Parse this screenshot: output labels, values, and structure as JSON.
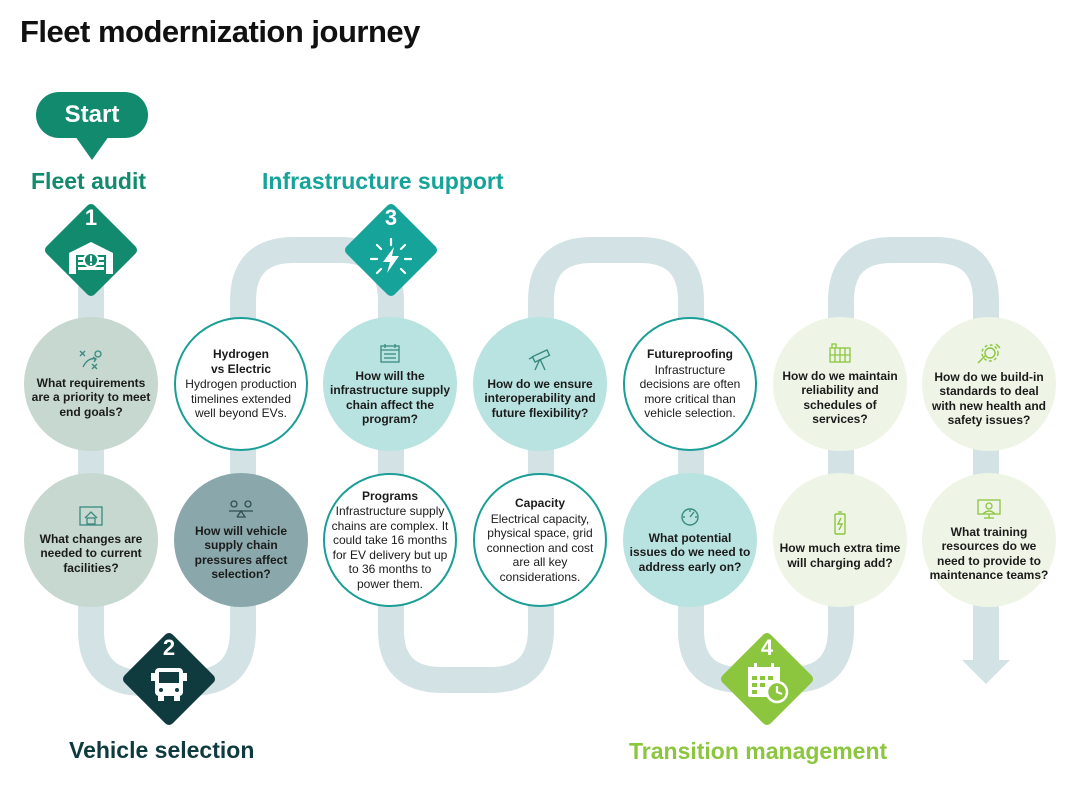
{
  "title": "Fleet modernization journey",
  "start_label": "Start",
  "colors": {
    "path": "#d3e2e4",
    "phase1": "#128a6e",
    "phase2": "#0f3b3f",
    "phase3": "#16a39a",
    "phase4": "#8cc63f"
  },
  "phases": [
    {
      "number": "1",
      "title": "Fleet audit",
      "icon": "garage-alert-icon"
    },
    {
      "number": "2",
      "title": "Vehicle selection",
      "icon": "bus-icon"
    },
    {
      "number": "3",
      "title": "Infrastructure support",
      "icon": "charging-bolt-icon"
    },
    {
      "number": "4",
      "title": "Transition management",
      "icon": "calendar-clock-icon"
    }
  ],
  "nodes": {
    "requirements": {
      "icon": "strategy-icon",
      "text": "What requirements are a priority to meet end goals?"
    },
    "facilities": {
      "icon": "building-plan-icon",
      "text": "What changes are needed to current facilities?"
    },
    "hydrogen": {
      "heading": "Hydrogen vs Electric",
      "body": "Hydrogen production timelines extended well beyond EVs."
    },
    "supply_chain": {
      "icon": "balance-scale-icon",
      "text": "How will vehicle supply chain pressures affect selection?"
    },
    "infra_supply": {
      "icon": "calendar-icon",
      "text": "How will the infrastructure supply chain affect the program?"
    },
    "programs": {
      "heading": "Programs",
      "body": "Infrastructure supply chains are complex. It could take 16 months for EV delivery but up to 36 months to power them."
    },
    "interoperability": {
      "icon": "telescope-icon",
      "text": "How do we ensure interoperability and future flexibility?"
    },
    "capacity": {
      "heading": "Capacity",
      "body": "Electrical capacity, physical space, grid connection and cost are all key considerations."
    },
    "futureproofing": {
      "heading": "Futureproofing",
      "body": "Infrastructure decisions are often more critical than vehicle selection."
    },
    "potential_issues": {
      "icon": "gauge-icon",
      "text": "What potential issues do we need to address early on?"
    },
    "reliability": {
      "icon": "factory-icon",
      "text": "How do we maintain reliability and schedules of services?"
    },
    "charging_time": {
      "icon": "battery-icon",
      "text": "How much extra time will charging add?"
    },
    "standards": {
      "icon": "gear-tools-icon",
      "text": "How do we build-in standards to deal with new health and safety issues?"
    },
    "training": {
      "icon": "training-icon",
      "text": "What training resources do we need to provide to maintenance teams?"
    }
  }
}
